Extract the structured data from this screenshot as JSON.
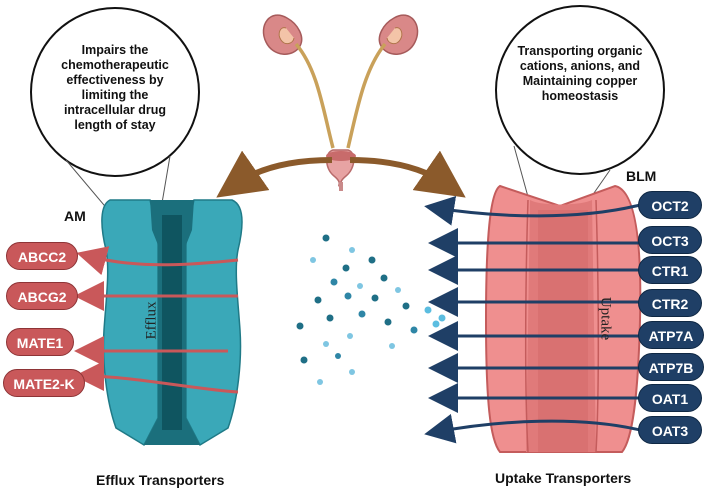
{
  "colors": {
    "efflux_pill": "#c9585a",
    "uptake_pill": "#1f3f66",
    "efflux_body": "#3aa8b8",
    "uptake_body": "#ef8f8f",
    "curved_arrow": "#8b5a2b"
  },
  "efflux_side": {
    "membrane_label": "AM",
    "transporter_label": "Efflux",
    "bubble_text": "Impairs the chemotherapeutic effectiveness by limiting the intracellular drug length of stay",
    "caption": "Efflux Transporters",
    "transporters": [
      "ABCC2",
      "ABCG2",
      "MATE1",
      "MATE2-K"
    ]
  },
  "uptake_side": {
    "membrane_label": "BLM",
    "transporter_label": "Uptake",
    "bubble_text": "Transporting organic cations, anions, and Maintaining copper homeostasis",
    "caption": "Uptake Transporters",
    "transporters": [
      "OCT2",
      "OCT3",
      "CTR1",
      "CTR2",
      "ATP7A",
      "ATP7B",
      "OAT1",
      "OAT3"
    ]
  },
  "icons": {
    "kidneys": "kidney-urinary-tract-icon",
    "drug_molecules": "drug-molecule-icon"
  }
}
